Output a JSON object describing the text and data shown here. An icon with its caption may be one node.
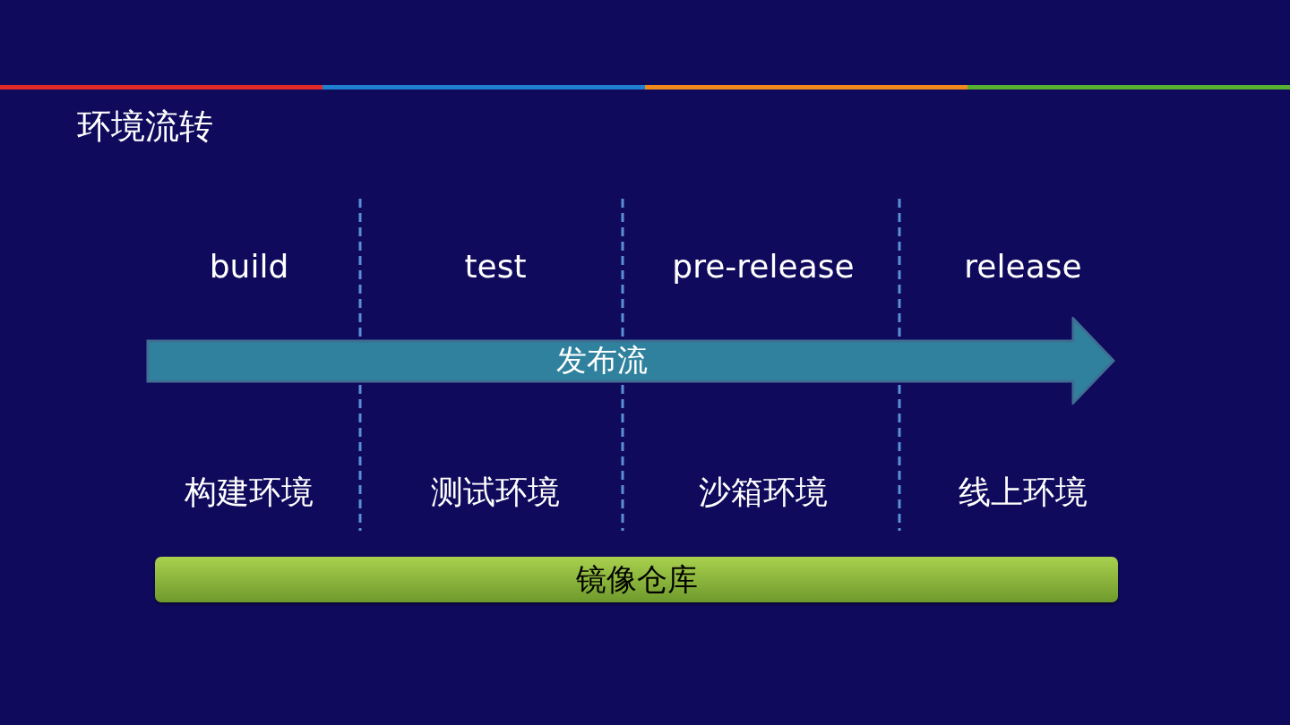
{
  "diagram": {
    "title": "环境流转",
    "nodes": [
      {
        "text": [
          "发布流"
        ]
      },
      {
        "text": [
          "镜像仓库"
        ]
      }
    ],
    "labels": [
      "build",
      "test",
      "pre-release",
      "release",
      "构建环境",
      "测试环境",
      "沙箱环境",
      "线上环境"
    ]
  }
}
